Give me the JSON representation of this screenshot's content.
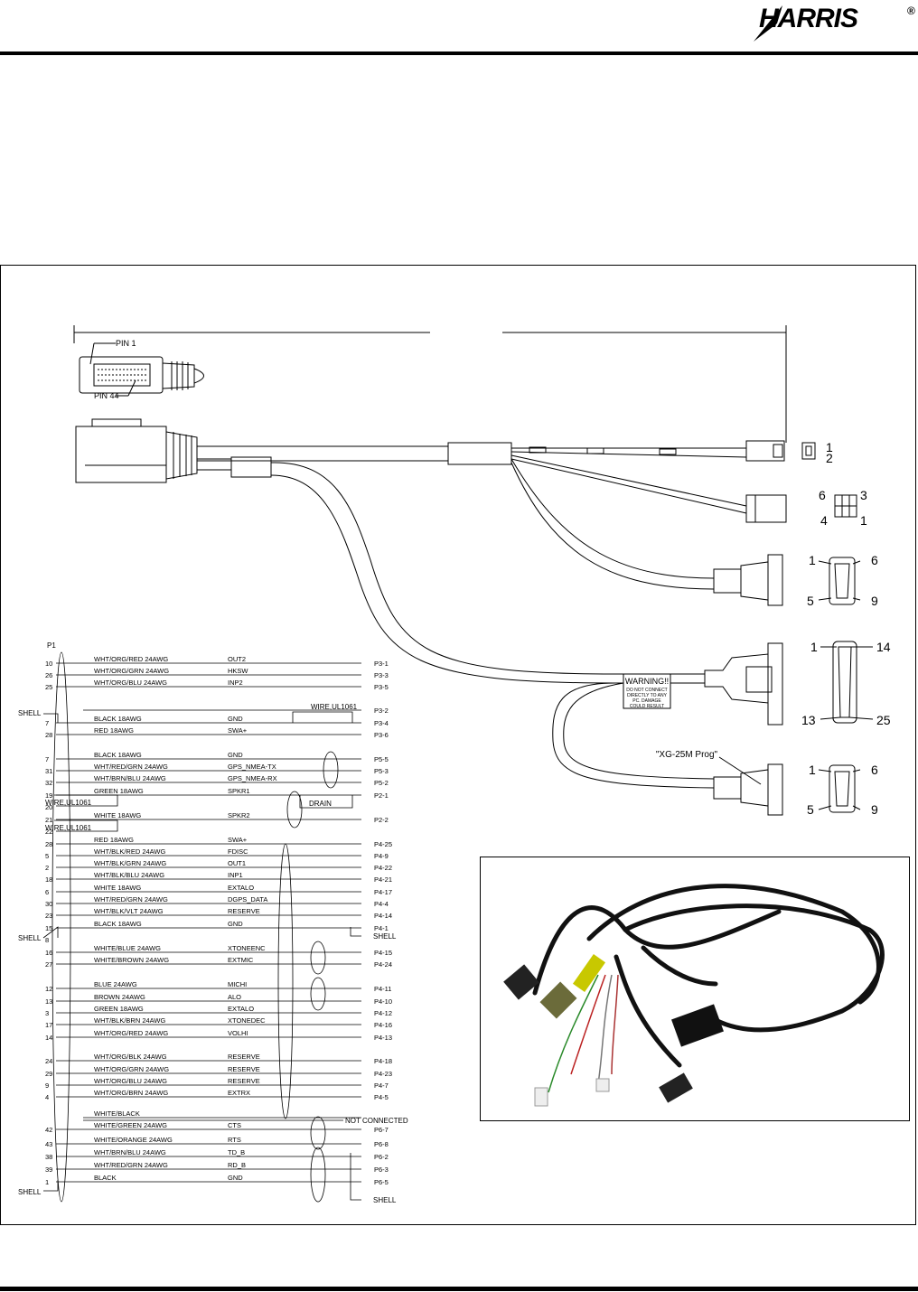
{
  "logo": {
    "text": "HARRIS",
    "mark": "®"
  },
  "colors": {
    "ink": "#000000",
    "paper": "#ffffff",
    "cable": "#1a1a1a",
    "photo_bg": "#f4f4f4"
  },
  "drawing": {
    "p1_pin_labels": [
      "PIN 1",
      "PIN 44"
    ],
    "connector_pins": {
      "p2": [
        "1",
        "2"
      ],
      "p5": [
        "6",
        "3",
        "4",
        "1"
      ],
      "p3": [
        "1",
        "6",
        "5",
        "9"
      ],
      "p4": [
        "1",
        "14",
        "13",
        "25"
      ],
      "p6": [
        "1",
        "6",
        "5",
        "9"
      ]
    },
    "warning": {
      "title": "WARNING!!",
      "lines": [
        "DO NOT CONNECT",
        "DIRECTLY TO ANY",
        "PC. DAMAGE",
        "COULD RESULT"
      ]
    },
    "prog_label": "\"XG-25M Prog\""
  },
  "schematic": {
    "header": "P1",
    "notes": {
      "wire_ul_right": "WIRE,UL1061",
      "wire_ul_left_1": "WIRE,UL1061",
      "wire_ul_left_2": "WIRE,UL1061",
      "drain": "DRAIN",
      "shell_1": "SHELL",
      "shell_2": "SHELL",
      "shell_3": "SHELL",
      "shell_right_1": "SHELL",
      "shell_right_2": "SHELL",
      "not_connected": "NOT CONNECTED"
    },
    "rows": [
      {
        "pin": "10",
        "wire": "WHT/ORG/RED  24AWG",
        "signal": "OUT2",
        "dest": "P3-1"
      },
      {
        "pin": "26",
        "wire": "WHT/ORG/GRN  24AWG",
        "signal": "HKSW",
        "dest": "P3-3"
      },
      {
        "pin": "25",
        "wire": "WHT/ORG/BLU  24AWG",
        "signal": "INP2",
        "dest": "P3-5"
      },
      {
        "pin": "",
        "wire": "",
        "signal": "",
        "dest": "P3-2"
      },
      {
        "pin": "7",
        "wire": "BLACK  18AWG",
        "signal": "GND",
        "dest": "P3-4"
      },
      {
        "pin": "28",
        "wire": "RED  18AWG",
        "signal": "SWA+",
        "dest": "P3-6"
      },
      {
        "pin": "7",
        "wire": "BLACK  18AWG",
        "signal": "GND",
        "dest": "P5-5"
      },
      {
        "pin": "31",
        "wire": "WHT/RED/GRN  24AWG",
        "signal": "GPS_NMEA-TX",
        "dest": "P5-3"
      },
      {
        "pin": "32",
        "wire": "WHT/BRN/BLU  24AWG",
        "signal": "GPS_NMEA-RX",
        "dest": "P5-2"
      },
      {
        "pin": "19",
        "wire": "GREEN  18AWG",
        "signal": "SPKR1",
        "dest": "P2-1"
      },
      {
        "pin": "20",
        "wire": "",
        "signal": "",
        "dest": ""
      },
      {
        "pin": "21",
        "wire": "WHITE  18AWG",
        "signal": "SPKR2",
        "dest": "P2-2"
      },
      {
        "pin": "22",
        "wire": "",
        "signal": "",
        "dest": ""
      },
      {
        "pin": "28",
        "wire": "RED  18AWG",
        "signal": "SWA+",
        "dest": "P4-25"
      },
      {
        "pin": "5",
        "wire": "WHT/BLK/RED  24AWG",
        "signal": "FDISC",
        "dest": "P4-9"
      },
      {
        "pin": "2",
        "wire": "WHT/BLK/GRN  24AWG",
        "signal": "OUT1",
        "dest": "P4-22"
      },
      {
        "pin": "18",
        "wire": "WHT/BLK/BLU  24AWG",
        "signal": "INP1",
        "dest": "P4-21"
      },
      {
        "pin": "6",
        "wire": "WHITE  18AWG",
        "signal": "EXTALO",
        "dest": "P4-17"
      },
      {
        "pin": "30",
        "wire": "WHT/RED/GRN  24AWG",
        "signal": "DGPS_DATA",
        "dest": "P4-4"
      },
      {
        "pin": "23",
        "wire": "WHT/BLK/VLT  24AWG",
        "signal": "RESERVE",
        "dest": "P4-14"
      },
      {
        "pin": "15",
        "wire": "BLACK  18AWG",
        "signal": "GND",
        "dest": "P4-1"
      },
      {
        "pin": "8",
        "wire": "",
        "signal": "",
        "dest": ""
      },
      {
        "pin": "16",
        "wire": "WHITE/BLUE  24AWG",
        "signal": "XTONEENC",
        "dest": "P4-15"
      },
      {
        "pin": "27",
        "wire": "WHITE/BROWN  24AWG",
        "signal": "EXTMIC",
        "dest": "P4-24"
      },
      {
        "pin": "12",
        "wire": "BLUE  24AWG",
        "signal": "MICHI",
        "dest": "P4-11"
      },
      {
        "pin": "13",
        "wire": "BROWN  24AWG",
        "signal": "ALO",
        "dest": "P4-10"
      },
      {
        "pin": "3",
        "wire": "GREEN  18AWG",
        "signal": "EXTALO",
        "dest": "P4-12"
      },
      {
        "pin": "17",
        "wire": "WHT/BLK/BRN  24AWG",
        "signal": "XTONEDEC",
        "dest": "P4-16"
      },
      {
        "pin": "14",
        "wire": "WHT/ORG/RED  24AWG",
        "signal": "VOLHI",
        "dest": "P4-13"
      },
      {
        "pin": "24",
        "wire": "WHT/ORG/BLK  24AWG",
        "signal": "RESERVE",
        "dest": "P4-18"
      },
      {
        "pin": "29",
        "wire": "WHT/ORG/GRN  24AWG",
        "signal": "RESERVE",
        "dest": "P4-23"
      },
      {
        "pin": "9",
        "wire": "WHT/ORG/BLU  24AWG",
        "signal": "RESERVE",
        "dest": "P4-7"
      },
      {
        "pin": "4",
        "wire": "WHT/ORG/BRN  24AWG",
        "signal": "EXTRX",
        "dest": "P4-5"
      },
      {
        "pin": "",
        "wire": "WHITE/BLACK",
        "signal": "",
        "dest": ""
      },
      {
        "pin": "42",
        "wire": "WHITE/GREEN  24AWG",
        "signal": "CTS",
        "dest": "P6-7"
      },
      {
        "pin": "43",
        "wire": "WHITE/ORANGE  24AWG",
        "signal": "RTS",
        "dest": "P6-8"
      },
      {
        "pin": "38",
        "wire": "WHT/BRN/BLU  24AWG",
        "signal": "TD_B",
        "dest": "P6-2"
      },
      {
        "pin": "39",
        "wire": "WHT/RED/GRN  24AWG",
        "signal": "RD_B",
        "dest": "P6-3"
      },
      {
        "pin": "1",
        "wire": "BLACK",
        "signal": "GND",
        "dest": "P6-5"
      }
    ]
  }
}
